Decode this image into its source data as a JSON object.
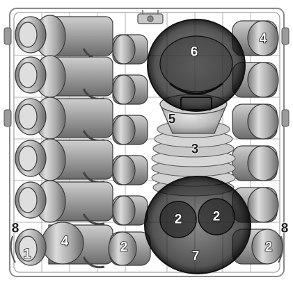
{
  "figure": {
    "labels": {
      "l1": "1",
      "l2a": "2",
      "l2b": "2",
      "l2c": "2",
      "l2d": "2",
      "l3": "3",
      "l4a": "4",
      "l4b": "4",
      "l5": "5",
      "l6": "6",
      "l7": "7",
      "l8a": "8",
      "l8b": "8"
    },
    "colors": {
      "rack_wire": "#8a8a8a",
      "cup_light": "#d8d8d8",
      "cup_mid": "#a9a9a9",
      "cup_dark": "#6e6e6e",
      "highlight_circle": "#111111"
    }
  }
}
